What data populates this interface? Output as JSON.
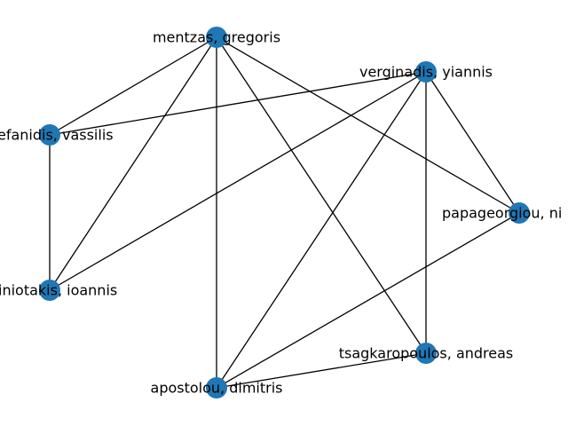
{
  "graph": {
    "node_color": "#1f77b4",
    "edge_color": "#000000",
    "label_color": "#000000",
    "nodes": [
      {
        "id": "mentzas",
        "label": "mentzas, gregoris"
      },
      {
        "id": "verginadis",
        "label": "verginadis, yiannis"
      },
      {
        "id": "stefanidis",
        "label": "efanidis, vassilis"
      },
      {
        "id": "papageorgiou",
        "label": "papageorgiou, ni"
      },
      {
        "id": "patiniotakis",
        "label": "iniotakis, ioannis"
      },
      {
        "id": "tsagkaropoulos",
        "label": "tsagkaropoulos, andreas"
      },
      {
        "id": "apostolou",
        "label": "apostolou, dimitris"
      }
    ],
    "edges": [
      [
        "mentzas",
        "stefanidis"
      ],
      [
        "mentzas",
        "patiniotakis"
      ],
      [
        "mentzas",
        "apostolou"
      ],
      [
        "mentzas",
        "tsagkaropoulos"
      ],
      [
        "mentzas",
        "papageorgiou"
      ],
      [
        "verginadis",
        "stefanidis"
      ],
      [
        "verginadis",
        "patiniotakis"
      ],
      [
        "verginadis",
        "apostolou"
      ],
      [
        "verginadis",
        "tsagkaropoulos"
      ],
      [
        "verginadis",
        "papageorgiou"
      ],
      [
        "stefanidis",
        "patiniotakis"
      ],
      [
        "papageorgiou",
        "apostolou"
      ],
      [
        "apostolou",
        "tsagkaropoulos"
      ]
    ]
  }
}
